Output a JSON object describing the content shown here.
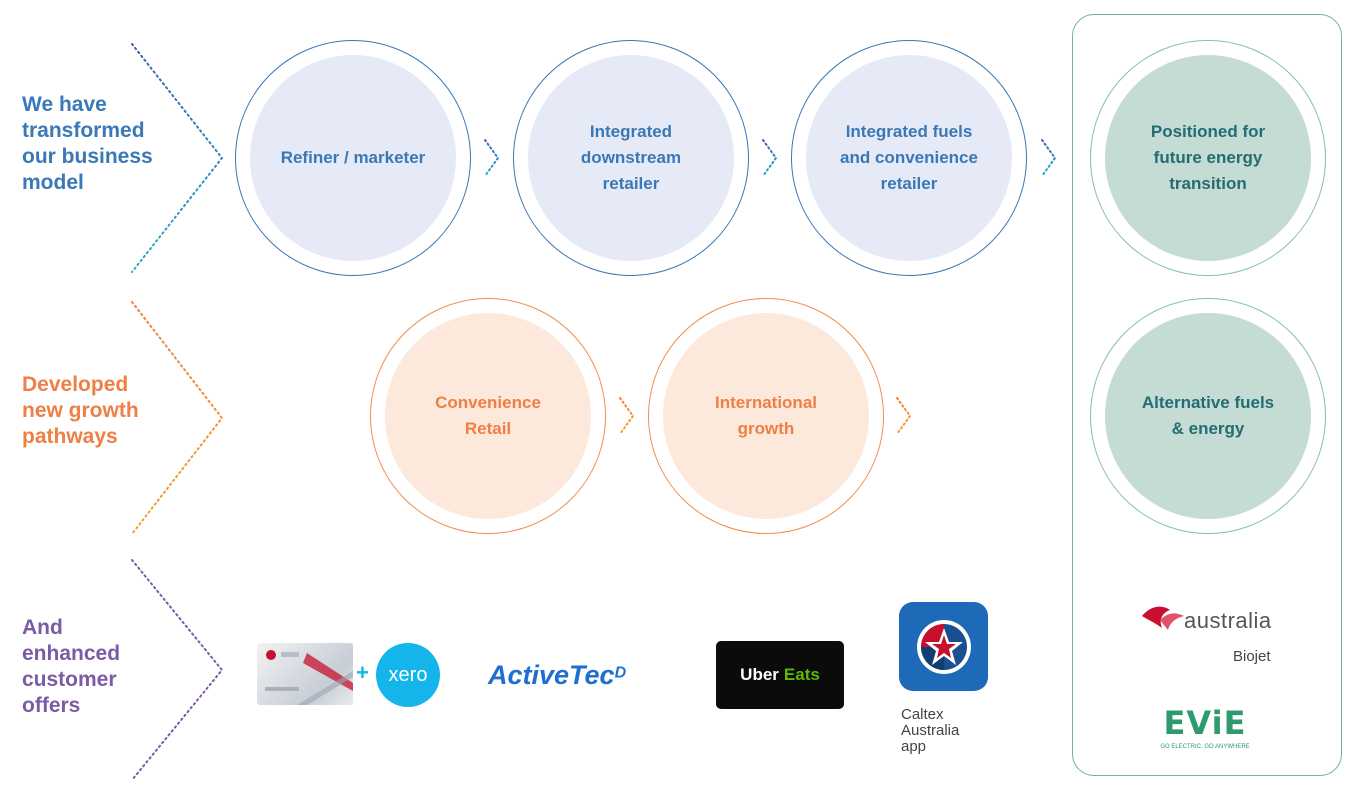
{
  "rows": {
    "transformed": {
      "title_lines": [
        "We have",
        "transformed",
        "our business",
        "model"
      ],
      "color": "#3a78b6",
      "stages": [
        {
          "lines": [
            "Refiner / marketer"
          ]
        },
        {
          "lines": [
            "Integrated",
            "downstream",
            "retailer"
          ]
        },
        {
          "lines": [
            "Integrated fuels",
            "and convenience",
            "retailer"
          ]
        }
      ]
    },
    "growth": {
      "title_lines": [
        "Developed",
        "new growth",
        "pathways"
      ],
      "color": "#ef7f45",
      "stages": [
        {
          "lines": [
            "Convenience",
            "Retail"
          ]
        },
        {
          "lines": [
            "International",
            "growth"
          ]
        }
      ]
    },
    "offers": {
      "title_lines": [
        "And",
        "enhanced",
        "customer",
        "offers"
      ],
      "color": "#7b5aa6",
      "logos": {
        "xero": "xero",
        "plus": "+",
        "activetec": "ActiveTec",
        "activetec_super": "D",
        "ubereats_uber": "Uber",
        "ubereats_eats": "Eats",
        "caltex_caption_lines": [
          "Caltex",
          "Australia",
          "app"
        ]
      }
    }
  },
  "future_panel": {
    "circles": [
      {
        "lines": [
          "Positioned for",
          "future energy",
          "transition"
        ]
      },
      {
        "lines": [
          "Alternative fuels",
          "& energy"
        ]
      }
    ],
    "virgin_logo_text": "australia",
    "virgin_caption": "Biojet",
    "evie_logo_text": "EViE",
    "evie_tagline": "GO ELECTRIC. GO ANYWHERE"
  },
  "colors": {
    "blue": "#3a78b6",
    "orange": "#ef7f45",
    "purple": "#7b5aa6",
    "teal": "#236c73",
    "evie_green": "#2e9b6f",
    "virgin_red": "#c8102e",
    "xero_blue": "#13b5ea",
    "uber_green": "#5fb709"
  }
}
